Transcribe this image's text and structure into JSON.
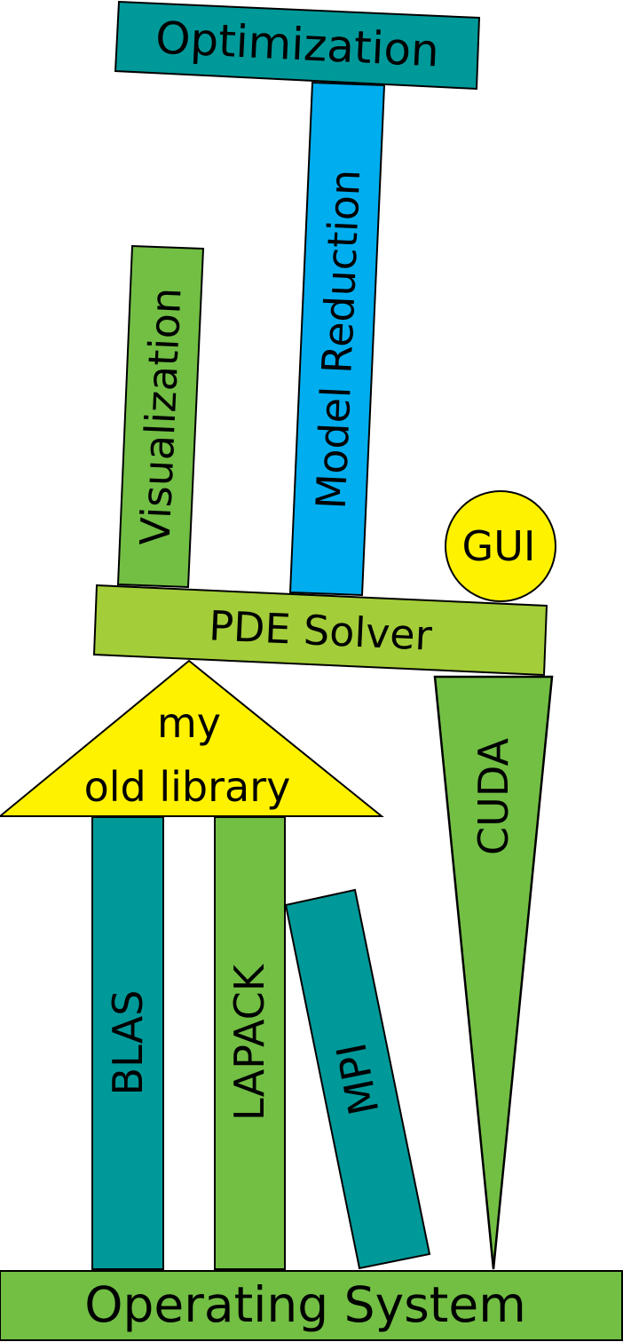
{
  "blocks": {
    "optimization": "Optimization",
    "model_reduction": "Model Reduction",
    "visualization": "Visualization",
    "gui": "GUI",
    "pde_solver": "PDE Solver",
    "my_old_library_line1": "my",
    "my_old_library_line2": "old library",
    "cuda": "CUDA",
    "blas": "BLAS",
    "lapack": "LAPACK",
    "mpi": "MPI",
    "operating_system": "Operating System"
  },
  "colors": {
    "teal": "#00999A",
    "sky_blue": "#00AEEF",
    "green": "#72BF44",
    "yellow_green": "#A3CE39",
    "yellow": "#FFF200",
    "outline": "#000000"
  }
}
